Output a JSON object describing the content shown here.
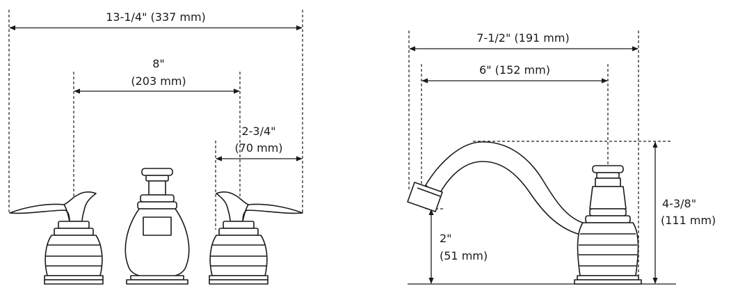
{
  "front_view": {
    "overall_width": "13-1/4\" (337 mm)",
    "center_spacing_inch": "8\"",
    "center_spacing_mm": "(203 mm)",
    "handle_spread_inch": "2-3/4\"",
    "handle_spread_mm": "(70 mm)"
  },
  "side_view": {
    "spout_reach": "7-1/2\" (191 mm)",
    "spout_to_center": "6\" (152 mm)",
    "spout_height_inch": "2\"",
    "spout_height_mm": "(51 mm)",
    "overall_height_inch": "4-3/8\"",
    "overall_height_mm": "(111 mm)"
  }
}
